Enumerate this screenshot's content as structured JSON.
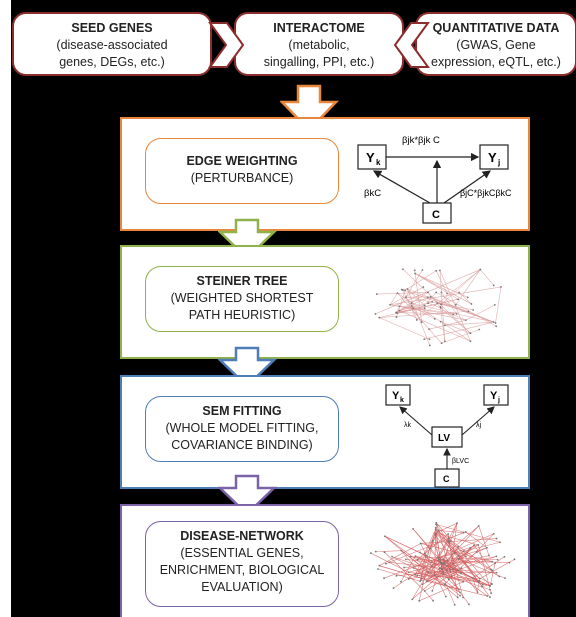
{
  "top": {
    "seed": {
      "title": "SEED GENES",
      "line1": "(disease-associated",
      "line2": "genes, DEGs, etc.)"
    },
    "interactome": {
      "title": "INTERACTOME",
      "line1": "(metabolic,",
      "line2": "singalling, PPI, etc.)"
    },
    "quant": {
      "title": "QUANTITATIVE DATA",
      "line1": "(GWAS, Gene",
      "line2": "expression, eQTL, etc.)"
    }
  },
  "steps": {
    "edge": {
      "title": "EDGE WEIGHTING",
      "line1": "(PERTURBANCE)"
    },
    "steiner": {
      "title": "STEINER TREE",
      "line1": "(WEIGHTED SHORTEST",
      "line2": "PATH HEURISTIC)"
    },
    "sem": {
      "title": "SEM FITTING",
      "line1": "(WHOLE MODEL FITTING,",
      "line2": "COVARIANCE BINDING)"
    },
    "disease": {
      "title": "DISEASE-NETWORK",
      "line1": "(ESSENTIAL GENES,",
      "line2": "ENRICHMENT, BIOLOGICAL",
      "line3": "EVALUATION)"
    }
  },
  "edge_diagram": {
    "yk": "Y",
    "yk_sub": "k",
    "yj": "Y",
    "yj_sub": "j",
    "c": "C",
    "top_label": "βjk*βjk C",
    "left_label": "βkC",
    "right_label": "βjC*βjkCβkC"
  },
  "sem_diagram": {
    "yk": "Y",
    "yk_sub": "k",
    "yj": "Y",
    "yj_sub": "j",
    "lv": "LV",
    "c": "C",
    "left_label": "λk",
    "right_label": "λj",
    "bottom_label": "βLVC"
  },
  "colors": {
    "top_border": "#8b2d2d",
    "edge": "#e8873c",
    "steiner": "#8fb24a",
    "sem": "#4f7db8",
    "disease": "#7c62a8"
  }
}
